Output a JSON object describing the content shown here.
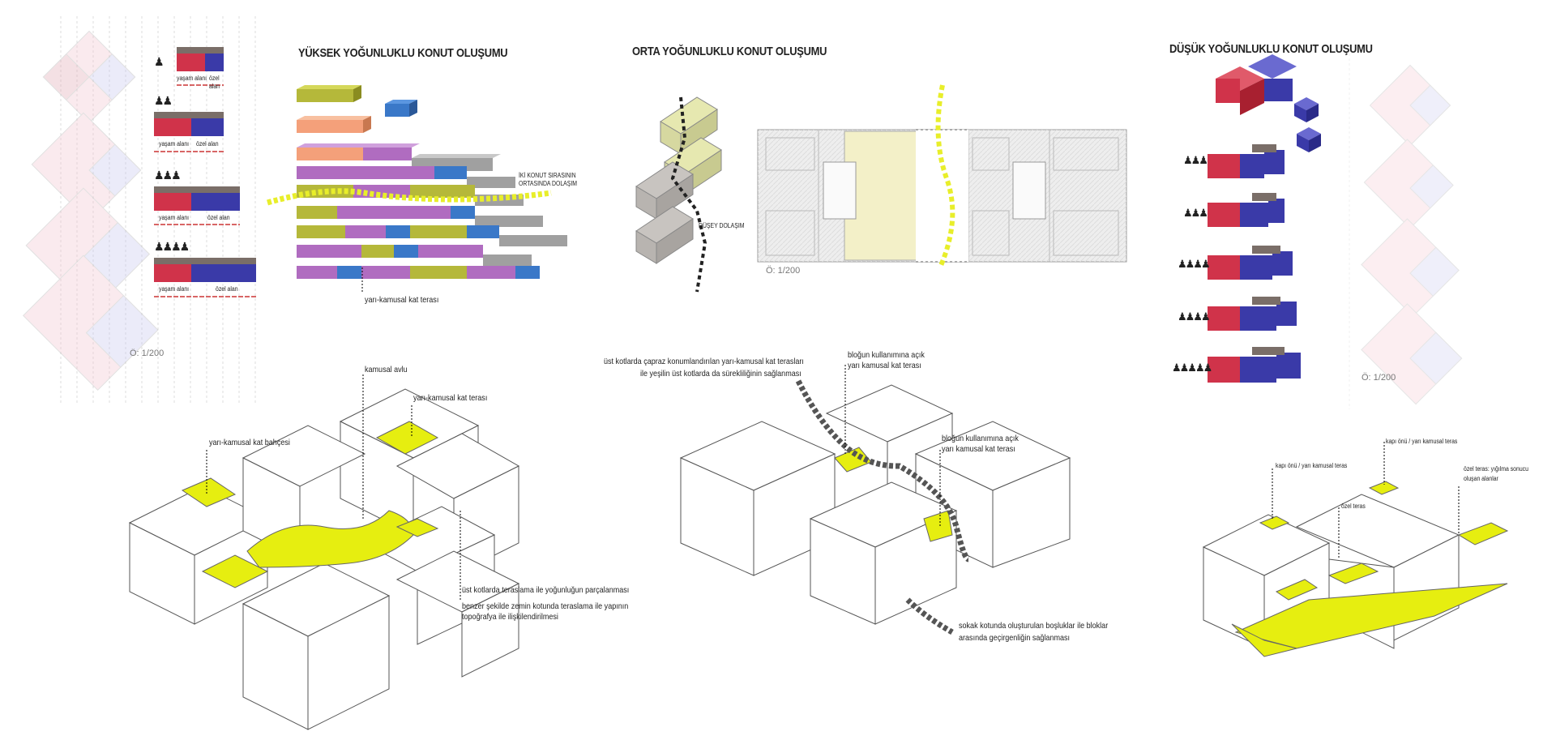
{
  "sections": {
    "high": {
      "title": "YÜKSEK YOĞUNLUKLU KONUT OLUŞUMU"
    },
    "mid": {
      "title": "ORTA YOĞUNLUKLU KONUT OLUŞUMU"
    },
    "low": {
      "title": "DÜŞÜK YOĞUNLUKLU KONUT OLUŞUMU"
    }
  },
  "unit_legend": {
    "rows": [
      {
        "people": 1,
        "living": "yaşam alanı",
        "private": "özel alan"
      },
      {
        "people": 2,
        "living": "yaşam alanı",
        "private": "özel alan"
      },
      {
        "people": 3,
        "living": "yaşam alanı",
        "private": "özel alan"
      },
      {
        "people": 4,
        "living": "yaşam alanı",
        "private": "özel alan"
      }
    ]
  },
  "scales": {
    "left": "Ö: 1/200",
    "plan": "Ö: 1/200",
    "right": "Ö: 1/200"
  },
  "annotations": {
    "high_circulation": [
      "İKİ KONUT SIRASININ",
      "ORTASINDA DOLAŞIM"
    ],
    "high_terrace": "yarı-kamusal kat terası",
    "vertical_circulation": "DÜŞEY DOLAŞIM",
    "public_court": "kamusal avlu",
    "semi_public_terrace": "yarı-kamusal kat terası",
    "semi_public_garden": "yarı-kamusal kat bahçesi",
    "high_fragmentation": "üst kotlarda teraslama ile yoğunluğun parçalanması",
    "high_topography": [
      "benzer şekilde zemin kotunda teraslama ile yapının",
      "topoğrafya ile ilişkilendirilmesi"
    ],
    "mid_diagonal": [
      "üst kotlarda çapraz konumlandırılan yarı-kamusal kat terasları",
      "ile yeşilin üst kotlarda da sürekliliğinin sağlanması"
    ],
    "mid_terrace_1": [
      "bloğun kullanımına açık",
      "yarı kamusal kat terası"
    ],
    "mid_terrace_2": [
      "bloğun kullanımına açık",
      "yarı kamusal kat terası"
    ],
    "mid_street": [
      "sokak kotunda oluşturulan boşluklar ile bloklar",
      "arasında geçirgenliğin sağlanması"
    ],
    "low_door_1": "kapı önü / yarı kamusal teras",
    "low_door_2": "kapı önü / yarı kamusal teras",
    "low_private": "özel teras",
    "low_private_stack": [
      "özel teras: yığılma sonucu",
      "oluşan alanlar"
    ]
  },
  "colors": {
    "living": "#d0334a",
    "private": "#3a3aa8",
    "core": "#8a7f78",
    "olive": "#b5b83a",
    "purple": "#b06cc0",
    "salmon": "#f4a07a",
    "blue": "#3a78c8",
    "gray": "#a0a0a0",
    "yellow": "#e8ee2a"
  }
}
